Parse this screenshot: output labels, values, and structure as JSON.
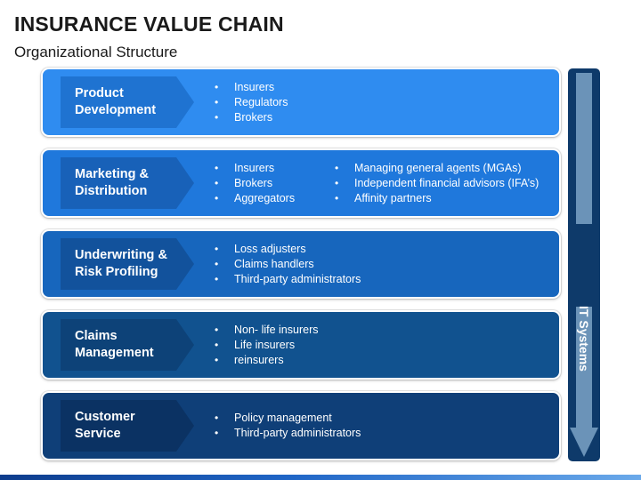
{
  "header": {
    "title": "INSURANCE VALUE CHAIN",
    "subtitle": "Organizational Structure"
  },
  "stages": [
    {
      "label_lines": [
        "Product",
        "Development"
      ],
      "col1": [
        "Insurers",
        "Regulators",
        "Brokers"
      ],
      "col2": [],
      "colors": {
        "box": "#2f8cf0",
        "chevron": "#1f73d1"
      }
    },
    {
      "label_lines": [
        "Marketing &",
        "Distribution"
      ],
      "col1": [
        "Insurers",
        "Brokers",
        "Aggregators"
      ],
      "col2": [
        "Managing general agents (MGAs)",
        "Independent financial advisors (IFA’s)",
        "Affinity partners"
      ],
      "colors": {
        "box": "#1f78dc",
        "chevron": "#1861b8"
      }
    },
    {
      "label_lines": [
        "Underwriting &",
        "Risk Profiling"
      ],
      "col1": [
        "Loss adjusters",
        "Claims handlers",
        "Third-party administrators"
      ],
      "col2": [],
      "colors": {
        "box": "#1766bd",
        "chevron": "#12529c"
      }
    },
    {
      "label_lines": [
        "Claims",
        "Management"
      ],
      "col1": [
        "Non- life insurers",
        "Life insurers",
        "reinsurers"
      ],
      "col2": [],
      "colors": {
        "box": "#11528f",
        "chevron": "#0d4278"
      }
    },
    {
      "label_lines": [
        "Customer",
        "Service"
      ],
      "col1": [
        "Policy management",
        "Third-party administrators"
      ],
      "col2": [],
      "colors": {
        "box": "#0f3f78",
        "chevron": "#0b3263"
      }
    }
  ],
  "it_systems": {
    "label": "IT Systems",
    "colors": {
      "bar": "#0e3a6a",
      "arrow": "#6b93b8"
    }
  }
}
